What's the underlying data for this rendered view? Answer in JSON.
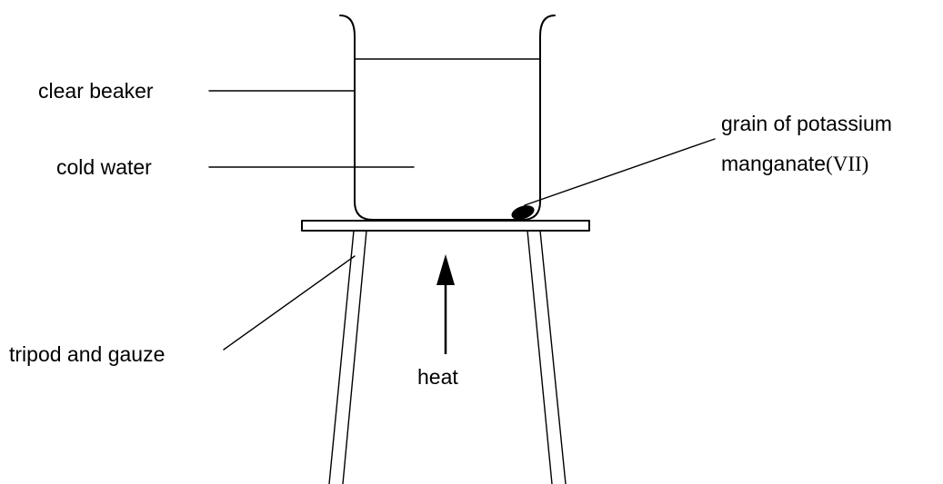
{
  "labels": {
    "clear_beaker": "clear beaker",
    "cold_water": "cold water",
    "grain_line1": "grain of potassium",
    "grain_line2_prefix": "manganate",
    "grain_line2_oxidation": "(VII)",
    "tripod_and_gauze": "tripod and gauze",
    "heat": "heat"
  },
  "colors": {
    "ink": "#000000",
    "background": "#ffffff"
  }
}
